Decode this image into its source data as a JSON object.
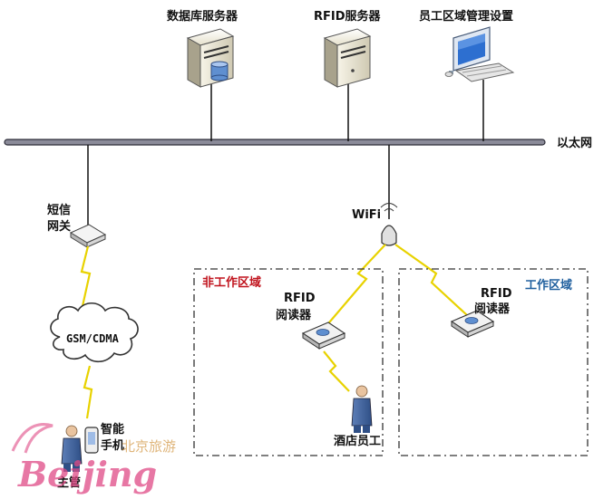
{
  "labels": {
    "db_server": "数据库服务器",
    "rfid_server": "RFID服务器",
    "zone_mgmt": "员工区域管理设置",
    "ethernet": "以太网",
    "sms_gateway_line1": "短信",
    "sms_gateway_line2": "网关",
    "wifi": "WiFi",
    "non_work_zone": "非工作区域",
    "work_zone": "工作区域",
    "rfid_reader_line1": "RFID",
    "rfid_reader_line2": "阅读器",
    "network": "GSM/CDMA",
    "hotel_staff": "酒店员工",
    "smartphone_line1": "智能",
    "smartphone_line2": "手机",
    "manager": "主管"
  },
  "watermark": {
    "text": "Beijing",
    "subtext": "北京旅游"
  },
  "colors": {
    "zone_red": "#c0121c",
    "zone_blue": "#1f5f9e",
    "wireless_link": "#e8d200",
    "backbone": "#3a3a4a"
  },
  "icons": [
    "server-icon",
    "database-icon",
    "workstation-icon",
    "gateway-icon",
    "antenna-icon",
    "rfid-reader-icon",
    "cloud-icon",
    "person-icon",
    "phone-icon",
    "lightning-link-icon"
  ]
}
